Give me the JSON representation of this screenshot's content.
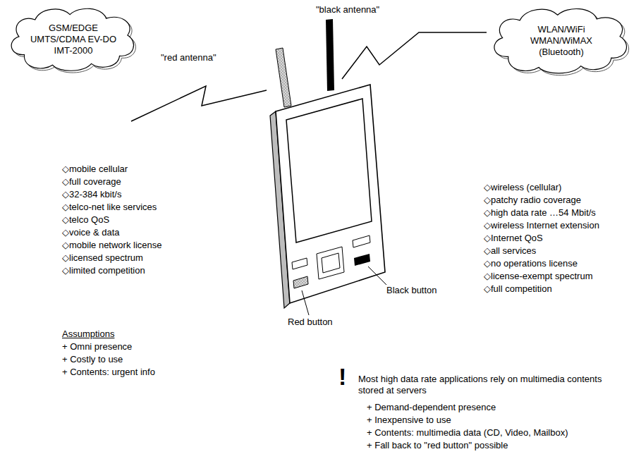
{
  "diagram": {
    "nodes": [
      {
        "text": [
          "GSM/EDGE UMTS/CDMA EV-DO IMT-2000"
        ]
      },
      {
        "text": [
          "WLAN/WiFi WMAN/WiMAX (Bluetooth)"
        ]
      }
    ],
    "labels": [
      "\"red antenna\"",
      "\"black antenna\"",
      "◇mobile cellular",
      "◇full coverage",
      "◇32-384 kbit/s",
      "◇telco-net like services",
      "◇telco QoS",
      "◇voice & data",
      "◇mobile network license",
      "◇licensed spectrum",
      "◇limited competition",
      "◇wireless (cellular)",
      "◇patchy radio coverage",
      "◇high data rate …54 Mbit/s",
      "◇wireless Internet extension",
      "◇Internet QoS",
      "◇all services",
      "◇no operations license",
      "◇license-exempt spectrum",
      "◇full competition",
      "Black button",
      "Red button",
      "Assumptions",
      "+ Omni presence",
      "+ Costly to use",
      "+ Contents: urgent info",
      "!",
      "Most high data rate applications rely on multimedia contents stored at servers",
      "+ Demand-dependent presence",
      "+ Inexpensive to use",
      "+ Contents: multimedia data (CD, Video, Mailbox)",
      "+ Fall back to \"red button\" possible"
    ]
  }
}
